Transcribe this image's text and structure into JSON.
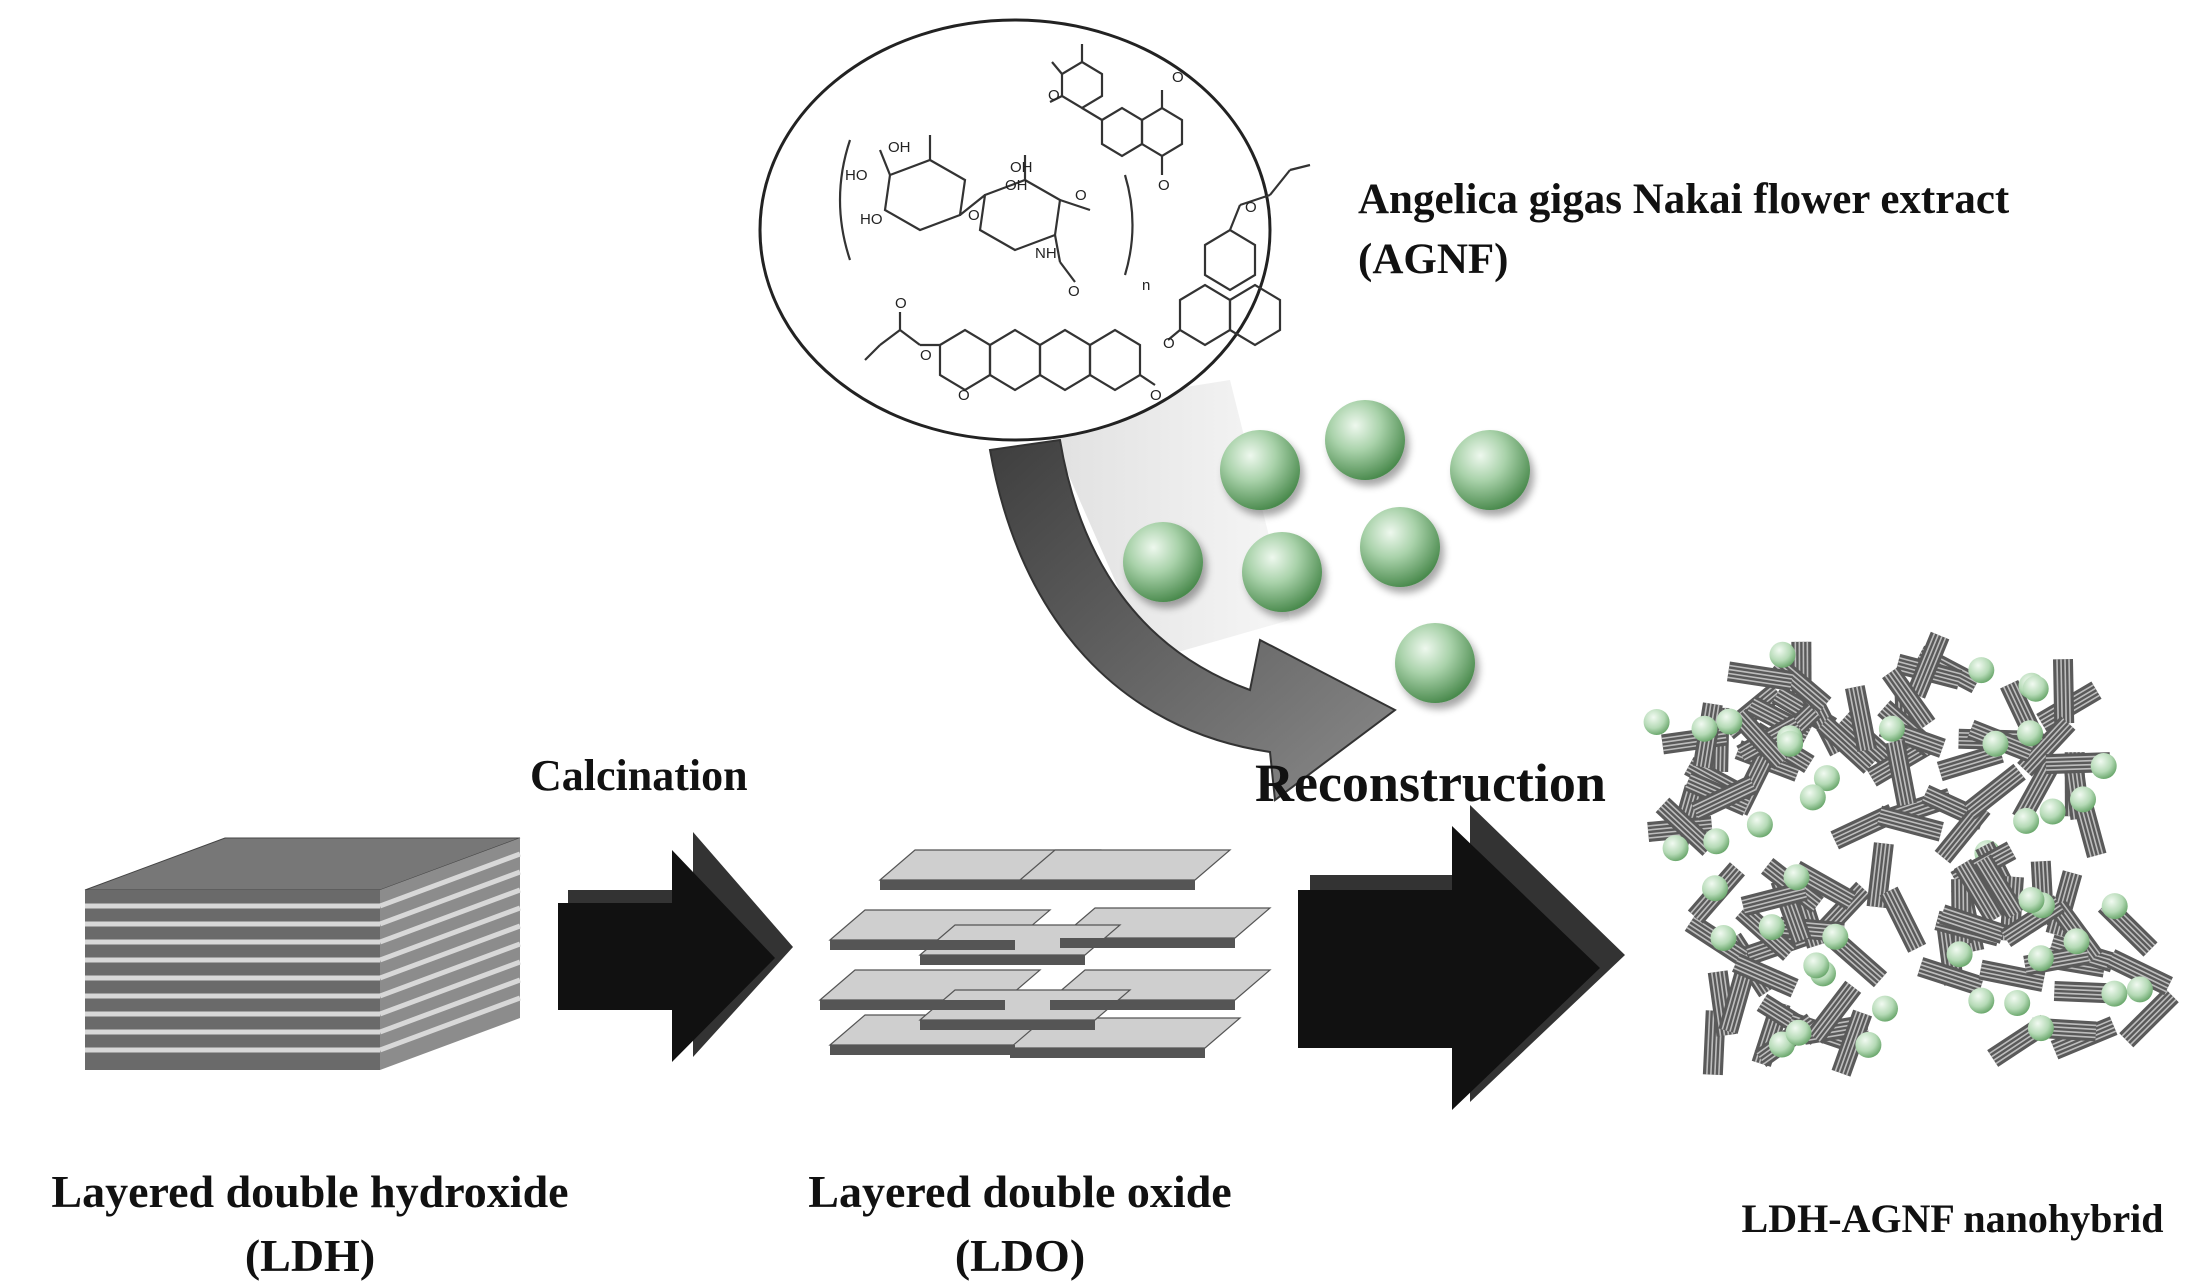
{
  "labels": {
    "ldh_line1": "Layered double hydroxide",
    "ldh_line2": "(LDH)",
    "ldo_line1": "Layered double oxide",
    "ldo_line2": "(LDO)",
    "nanohybrid": "LDH-AGNF nanohybrid",
    "calcination": "Calcination",
    "reconstruction": "Reconstruction",
    "agnf_line1": "Angelica gigas Nakai flower extract",
    "agnf_line2": "(AGNF)"
  },
  "molecule_text": {
    "oh1": "OH",
    "ho1": "HO",
    "ho2": "HO",
    "oh2": "OH",
    "oh3": "OH",
    "nh": "NH",
    "o_link": "O",
    "o_ring1": "O",
    "o_ring2": "O",
    "n": "n",
    "o_a": "O",
    "o_b": "O",
    "o_c": "O",
    "o_d": "O",
    "o_e": "O",
    "o_f": "O",
    "o_g": "O",
    "o_h": "O",
    "o_i": "O"
  },
  "colors": {
    "arrow": "#1a1a1a",
    "curved_arrow": "#555555",
    "sphere_light": "#e4f3e4",
    "sphere_dark": "#4f8f52",
    "plate_dark": "#555555",
    "plate_light": "#cfcfcf"
  }
}
